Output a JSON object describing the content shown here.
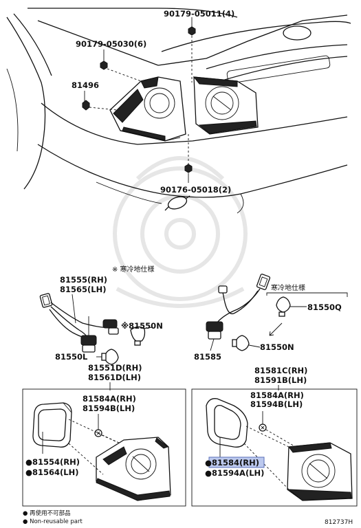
{
  "labels": {
    "bolt_top": "90179-05011(4)",
    "nut_left": "90179-05030(6)",
    "clip": "81496",
    "nut_bottom": "90176-05018(2)",
    "cold_spec_marker": "※ 寒冷地仕様",
    "cold_spec_box": "寒冷地仕様",
    "socket_rh": "81555(RH)",
    "socket_lh": "81565(LH)",
    "bulb_n_left": "※81550N",
    "bulb_l": "81550L",
    "lamp_assy_rh_l": "81551D(RH)",
    "lamp_assy_lh_l": "81561D(LH)",
    "socket_r": "81585",
    "bulb_n_right": "81550N",
    "bulb_q": "81550Q",
    "lamp_assy_rh_r": "81581C(RH)",
    "lamp_assy_lh_r": "81591B(LH)",
    "gasket_rh_l": "81584A(RH)",
    "gasket_lh_l": "81594B(LH)",
    "gasket_rh_r": "81584A(RH)",
    "gasket_lh_r": "81594B(LH)",
    "packing_rh_l": "●81554(RH)",
    "packing_lh_l": "●81564(LH)",
    "packing_rh_r": "●81584(RH)",
    "packing_lh_r": "●81594A(LH)",
    "legend_jp": "● 再使用不可部品",
    "legend_en": "● Non-reusable part",
    "diagram_code": "812737H"
  },
  "colors": {
    "line": "#111111",
    "highlight": "#bcc9ee",
    "highlight_border": "#5a6fb8",
    "watermark": "#e6e6e6"
  }
}
